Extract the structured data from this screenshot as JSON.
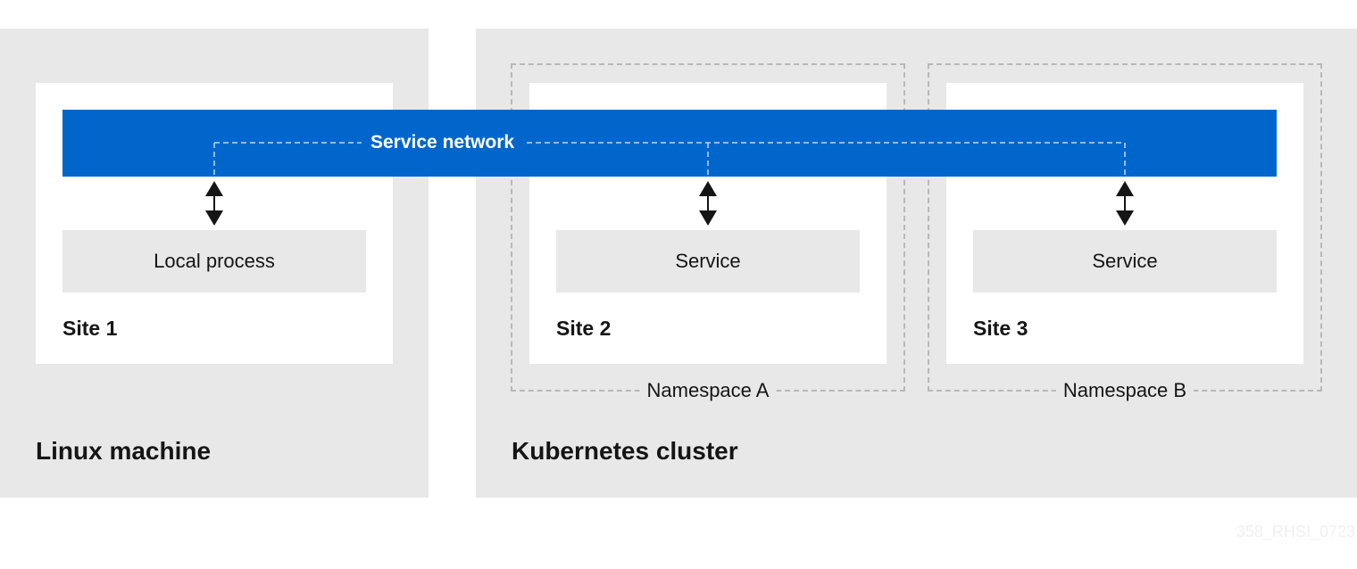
{
  "environments": {
    "linux": {
      "label": "Linux machine"
    },
    "kubernetes": {
      "label": "Kubernetes cluster"
    }
  },
  "namespaces": {
    "a": {
      "label": "Namespace A"
    },
    "b": {
      "label": "Namespace B"
    }
  },
  "sites": {
    "site1": {
      "label": "Site 1",
      "process": "Local process"
    },
    "site2": {
      "label": "Site 2",
      "process": "Service"
    },
    "site3": {
      "label": "Site 3",
      "process": "Service"
    }
  },
  "network": {
    "label": "Service network"
  },
  "watermark": "358_RHSI_0723",
  "colors": {
    "network": "#0066cc",
    "environment": "#e8e8e8",
    "site": "#ffffff",
    "text": "#151515",
    "namespace_border": "#b8b8b8"
  }
}
